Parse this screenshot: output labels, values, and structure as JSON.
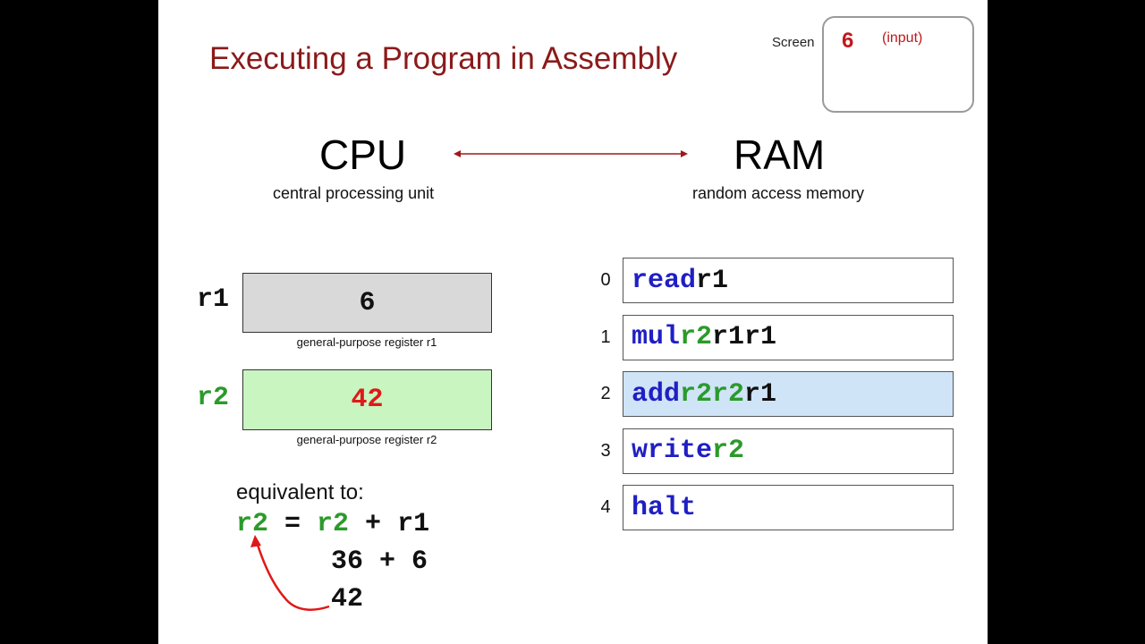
{
  "slide": {
    "title": "Executing a Program in Assembly",
    "screen": {
      "label": "Screen",
      "value": "6",
      "note": "(input)"
    },
    "cpu": {
      "name": "CPU",
      "subtitle": "central processing unit"
    },
    "ram": {
      "name": "RAM",
      "subtitle": "random access memory"
    },
    "registers": [
      {
        "name": "r1",
        "value": "6",
        "caption": "general-purpose register r1",
        "name_color": "#111111",
        "box_color": "#d9d9d9",
        "value_color": "#111111"
      },
      {
        "name": "r2",
        "value": "42",
        "caption": "general-purpose register r2",
        "name_color": "#2b9a2b",
        "box_color": "#c8f5c0",
        "value_color": "#e01818"
      }
    ],
    "memory": [
      {
        "index": "0",
        "op": "read",
        "args": [
          "r1"
        ]
      },
      {
        "index": "1",
        "op": "mul",
        "args": [
          "r2",
          "r1",
          "r1"
        ]
      },
      {
        "index": "2",
        "op": "add",
        "args": [
          "r2",
          "r2",
          "r1"
        ],
        "active": true
      },
      {
        "index": "3",
        "op": "write",
        "args": [
          "r2"
        ]
      },
      {
        "index": "4",
        "op": "halt",
        "args": []
      }
    ],
    "equivalent": {
      "label": "equivalent to:",
      "line1": {
        "lhs": "r2",
        "eq": " = ",
        "a": "r2",
        "plus": " + ",
        "b": "r1"
      },
      "line2": "36 + 6",
      "line3": "42"
    },
    "colors": {
      "title": "#8b1a1a",
      "opcode": "#1f1fc4",
      "r2": "#2b9a2b",
      "active_cell": "#cfe4f7",
      "arrow": "#e01818",
      "bus_arrow": "#a01818"
    }
  }
}
